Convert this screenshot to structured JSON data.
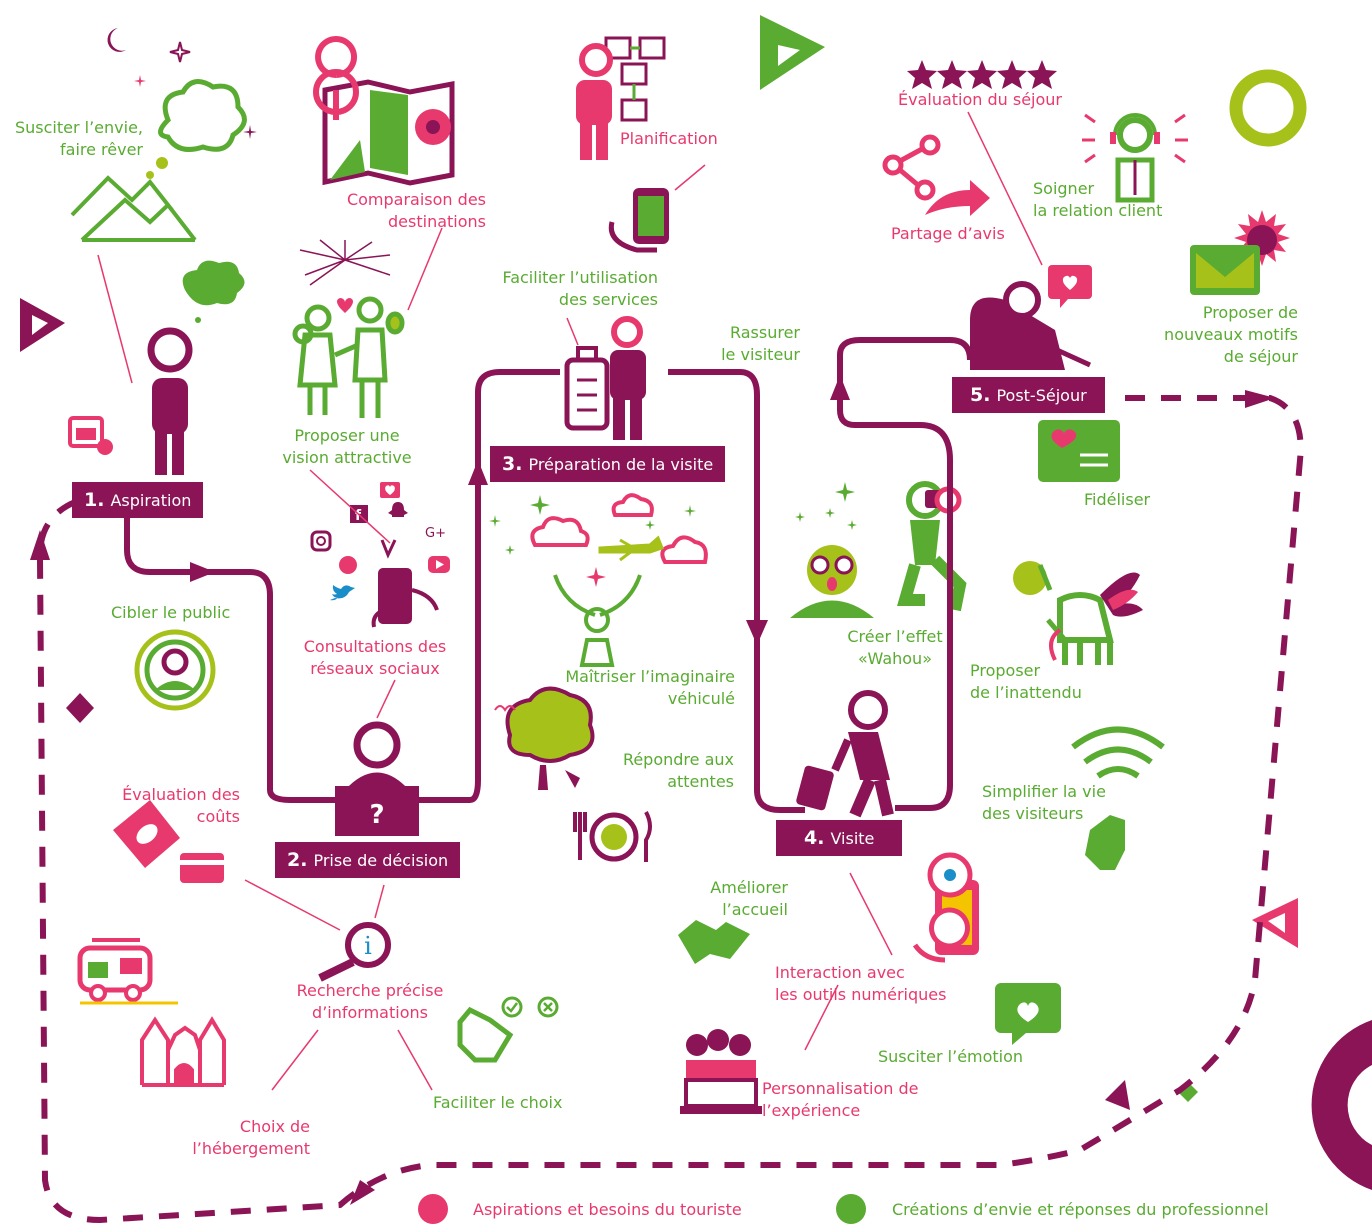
{
  "colors": {
    "plum": "#8a1456",
    "pink": "#e8396e",
    "green": "#5aab32",
    "lime": "#a6c21a",
    "yellow": "#f5c400"
  },
  "stages": [
    {
      "num": "1.",
      "label": "Aspiration"
    },
    {
      "num": "2.",
      "label": "Prise de décision"
    },
    {
      "num": "3.",
      "label": "Préparation de la visite"
    },
    {
      "num": "4.",
      "label": "Visite"
    },
    {
      "num": "5.",
      "label": "Post-Séjour"
    }
  ],
  "labels": {
    "susciter_envie": [
      "Susciter l’envie,",
      "faire rêver"
    ],
    "comparaison": [
      "Comparaison des",
      "destinations"
    ],
    "planification": "Planification",
    "evaluation_sejour": "Évaluation du séjour",
    "soigner": [
      "Soigner",
      "la relation client"
    ],
    "partage": "Partage d’avis",
    "faciliter_services": [
      "Faciliter l’utilisation",
      "des services"
    ],
    "rassurer": [
      "Rassurer",
      "le visiteur"
    ],
    "proposer_motifs": [
      "Proposer de",
      "nouveaux motifs",
      "de séjour"
    ],
    "proposer_vision": [
      "Proposer une",
      "vision attractive"
    ],
    "fideliser": "Fidéliser",
    "cibler": "Cibler le public",
    "consultations": [
      "Consultations des",
      "réseaux sociaux"
    ],
    "maitriser": [
      "Maîtriser l’imaginaire",
      "véhiculé"
    ],
    "creer_wahou": [
      "Créer l’effet",
      "«Wahou»"
    ],
    "proposer_inattendu": [
      "Proposer",
      "de l’inattendu"
    ],
    "repondre": [
      "Répondre aux",
      "attentes"
    ],
    "simplifier": [
      "Simplifier la vie",
      "des visiteurs"
    ],
    "evaluation_couts": [
      "Évaluation des",
      "coûts"
    ],
    "ameliorer": [
      "Améliorer",
      "l’accueil"
    ],
    "recherche": [
      "Recherche précise",
      "d’informations"
    ],
    "interaction": [
      "Interaction avec",
      "les outils numériques"
    ],
    "susciter_emotion": "Susciter l’émotion",
    "faciliter_choix": "Faciliter le choix",
    "personnalisation": [
      "Personnalisation de",
      "l’expérience"
    ],
    "choix_hebergement": [
      "Choix de",
      "l’hébergement"
    ]
  },
  "icons": [
    "moon-icon",
    "sparkle-icon",
    "thought-cloud-icon",
    "mountains-icon",
    "calendar-icon",
    "person-thinking-icon",
    "map-icon",
    "fireworks-icon",
    "family-icon",
    "planning-board-icon",
    "phone-hand-icon",
    "traveler-luggage-icon",
    "clouds-plane-icon",
    "stars-rating-icon",
    "share-icon",
    "customer-service-icon",
    "laptop-person-icon",
    "envelope-icon",
    "sun-icon",
    "loyalty-card-icon",
    "target-person-icon",
    "social-icons",
    "photographer-icon",
    "amazed-face-icon",
    "unicorn-icon",
    "tree-icon",
    "plate-cutlery-icon",
    "walking-tourist-icon",
    "wifi-icon",
    "hand-tap-icon",
    "money-icon",
    "credit-card-icon",
    "question-laptop-icon",
    "info-magnifier-icon",
    "camper-van-icon",
    "castle-icon",
    "handshake-icon",
    "location-phone-icon",
    "heart-bubble-icon",
    "cake-icon",
    "finger-check-icon"
  ],
  "social": {
    "facebook": "f",
    "google": "G+"
  },
  "legend": [
    {
      "label": "Aspirations et besoins du touriste",
      "color": "#e8396e"
    },
    {
      "label": "Créations d’envie et réponses du professionnel",
      "color": "#5aab32"
    }
  ]
}
